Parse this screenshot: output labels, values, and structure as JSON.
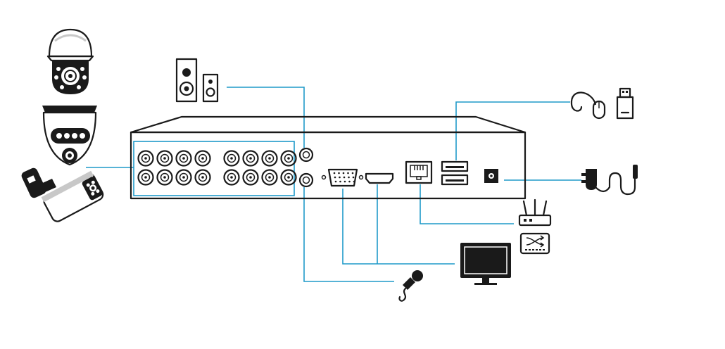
{
  "diagram": {
    "accent_color": "#1f9ac9",
    "ink_color": "#1a1a1a",
    "devices": {
      "cameras": [
        "ptz-camera-icon",
        "dome-camera-icon",
        "bullet-camera-icon"
      ],
      "speaker": "speaker-icon",
      "microphone": "microphone-icon",
      "monitor": "monitor-icon",
      "mouse": "mouse-icon",
      "usb_drive": "usb-drive-icon",
      "power_adapter": "power-adapter-icon",
      "router": "router-icon",
      "network_switch": "network-switch-icon"
    },
    "recorder": {
      "bnc_port_count": 16,
      "ports": [
        "audio-rca-ports",
        "vga-port",
        "hdmi-port",
        "lan-port",
        "usb-ports",
        "dc-power-port"
      ]
    }
  }
}
